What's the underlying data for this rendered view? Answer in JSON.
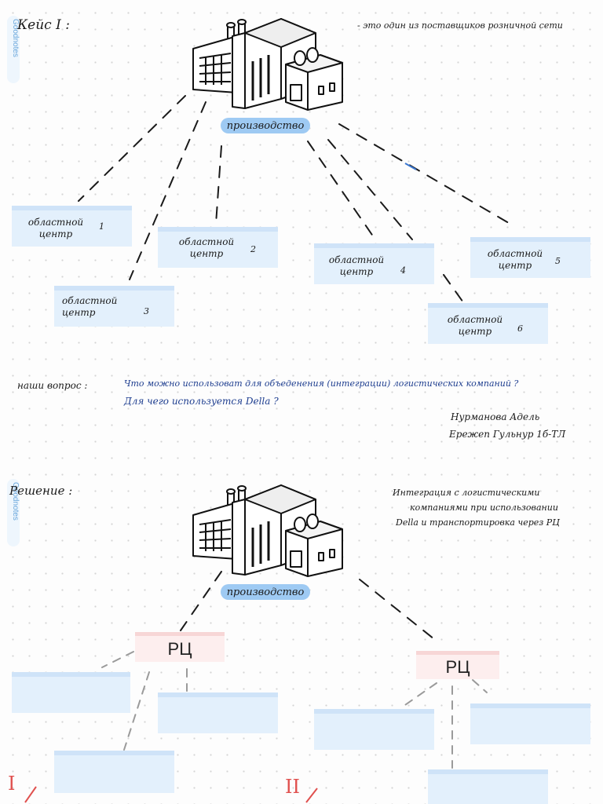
{
  "watermark": "Goodnotes",
  "case": {
    "heading": "Кейс I :",
    "note": "- это один из поставщиков розничной сети",
    "production": "производство",
    "centers": [
      {
        "label": "областной центр",
        "num": "1"
      },
      {
        "label": "областной центр",
        "num": "2"
      },
      {
        "label": "областной центр",
        "num": "3"
      },
      {
        "label": "областной центр",
        "num": "4"
      },
      {
        "label": "областной центр",
        "num": "5"
      },
      {
        "label": "областной центр",
        "num": "6"
      }
    ]
  },
  "question": {
    "label": "наши вопрос :",
    "line1": "Что можно использоват для объеденения (интеграции) логистических компаний ?",
    "line2": "Для чего используется Della ?"
  },
  "authors": {
    "line1": "Нурманова Адель",
    "line2": "Ережеп Гульнур 1б-ТЛ"
  },
  "solution": {
    "heading": "Решение :",
    "note_line1": "Интеграция с логистическими",
    "note_line2": "компаниями при использовании",
    "note_line3": "Della и транспортировка через РЦ",
    "production": "производство",
    "rc_left": "РЦ",
    "rc_right": "РЦ",
    "roman_left": "I",
    "roman_right": "II"
  },
  "colors": {
    "box_fill": "#e3f0fc",
    "rc_fill": "#fdeeee",
    "pill": "#9ecaf3",
    "question_ink": "#1d3d8f",
    "roman_ink": "#e0504e"
  }
}
